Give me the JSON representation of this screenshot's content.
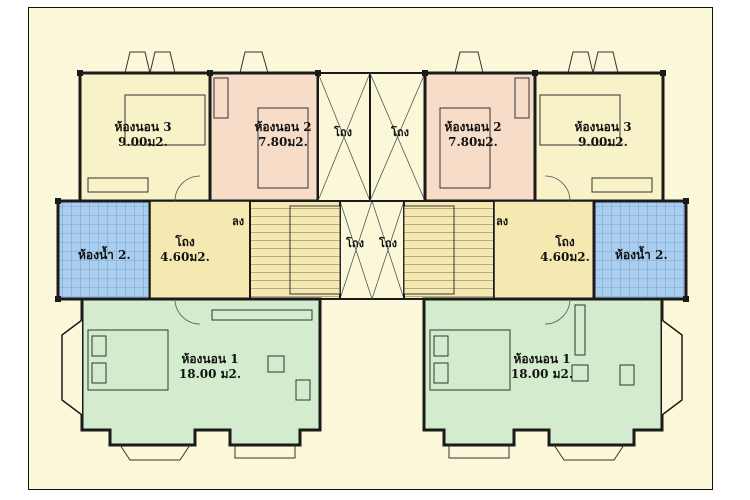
{
  "colors": {
    "frame_bg": "#fbf8d9",
    "bedroom3": "#f8f2c8",
    "bedroom2": "#f7dcc8",
    "bedroom1": "#d3ecce",
    "hall": "#f5e8b0",
    "bathroom": "#a9cdef",
    "wall": "#1a1a1a"
  },
  "rooms": {
    "left": {
      "bedroom3": {
        "name": "ห้องนอน 3",
        "area": "9.00ม2."
      },
      "bedroom2": {
        "name": "ห้องนอน 2",
        "area": "7.80ม2."
      },
      "void_a": "โถง",
      "void_b": "โถง",
      "bathroom": {
        "name": "ห้องน้ำ 2."
      },
      "hall": {
        "name": "โถง",
        "area": "4.60ม2."
      },
      "stair_down": "ลง",
      "bedroom1": {
        "name": "ห้องนอน 1",
        "area": "18.00 ม2."
      }
    },
    "right": {
      "bedroom2": {
        "name": "ห้องนอน 2",
        "area": "7.80ม2."
      },
      "bedroom3": {
        "name": "ห้องนอน 3",
        "area": "9.00ม2."
      },
      "void_a": "โถง",
      "void_b": "โถง",
      "hall": {
        "name": "โถง",
        "area": "4.60ม2."
      },
      "bathroom": {
        "name": "ห้องน้ำ 2."
      },
      "stair_down": "ลง",
      "bedroom1": {
        "name": "ห้องนอน 1",
        "area": "18.00 ม2."
      }
    }
  }
}
